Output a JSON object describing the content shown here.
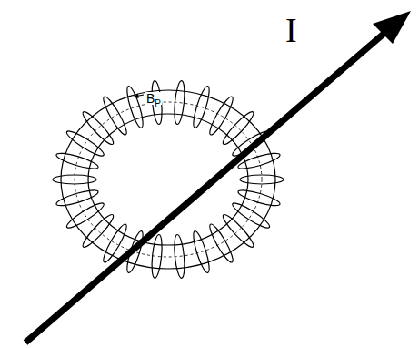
{
  "diagram": {
    "labels": [
      "I",
      "B",
      "P"
    ]
  }
}
